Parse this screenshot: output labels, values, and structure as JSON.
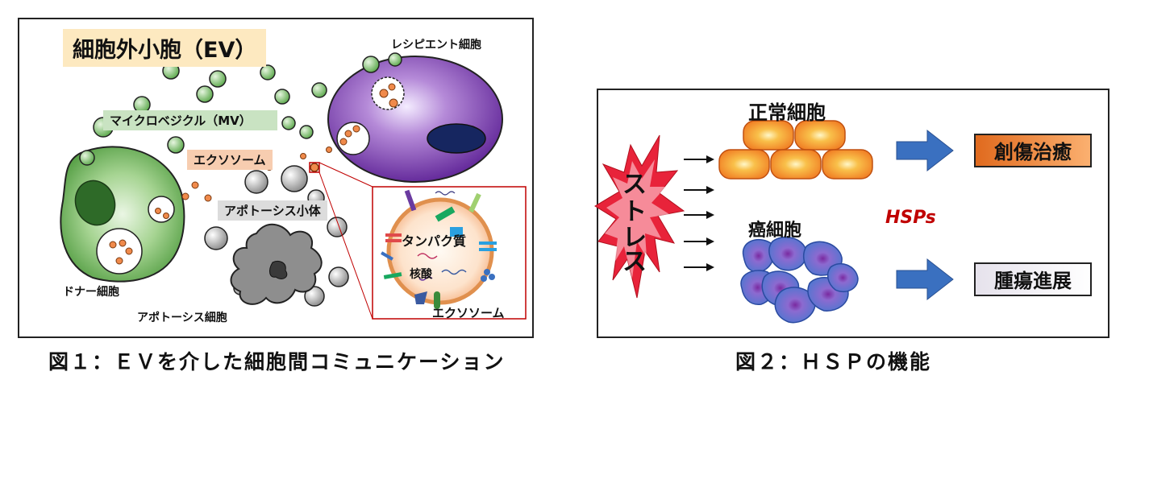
{
  "figure1": {
    "title": "細胞外小胞（EV）",
    "microvesicle_label": "マイクロベジクル（MV）",
    "exosome_label": "エクソソーム",
    "recipient_cell_label": "レシピエント細胞",
    "donor_cell_label": "ドナー細胞",
    "apoptotic_body_label": "アポトーシス小体",
    "apoptotic_cell_label": "アポトーシス細胞",
    "protein_label": "タンパク質",
    "nucleic_acid_label": "核酸",
    "exosome_detail_label": "エクソソーム",
    "caption": "図１：ＥＶを介した細胞間コミュニケーション"
  },
  "figure2": {
    "stress_chars": [
      "ス",
      "ト",
      "レ",
      "ス"
    ],
    "normal_cell_label": "正常細胞",
    "cancer_cell_label": "癌細胞",
    "hsp_label": "HSPs",
    "wound_healing_label": "創傷治癒",
    "tumor_progression_label": "腫瘍進展",
    "caption": "図２：ＨＳＰの機能"
  },
  "colors": {
    "microvesicle": "#6bb85c",
    "exosome": "#f08a4b",
    "recipient_cell": "#6a2aa0",
    "donor_cell": "#5aa84a",
    "apoptotic": "#909090",
    "normal_cell": "#f5822a",
    "cancer_cell": "#5a7fd0",
    "arrow": "#3a70c0",
    "stress": "#e8233a"
  }
}
